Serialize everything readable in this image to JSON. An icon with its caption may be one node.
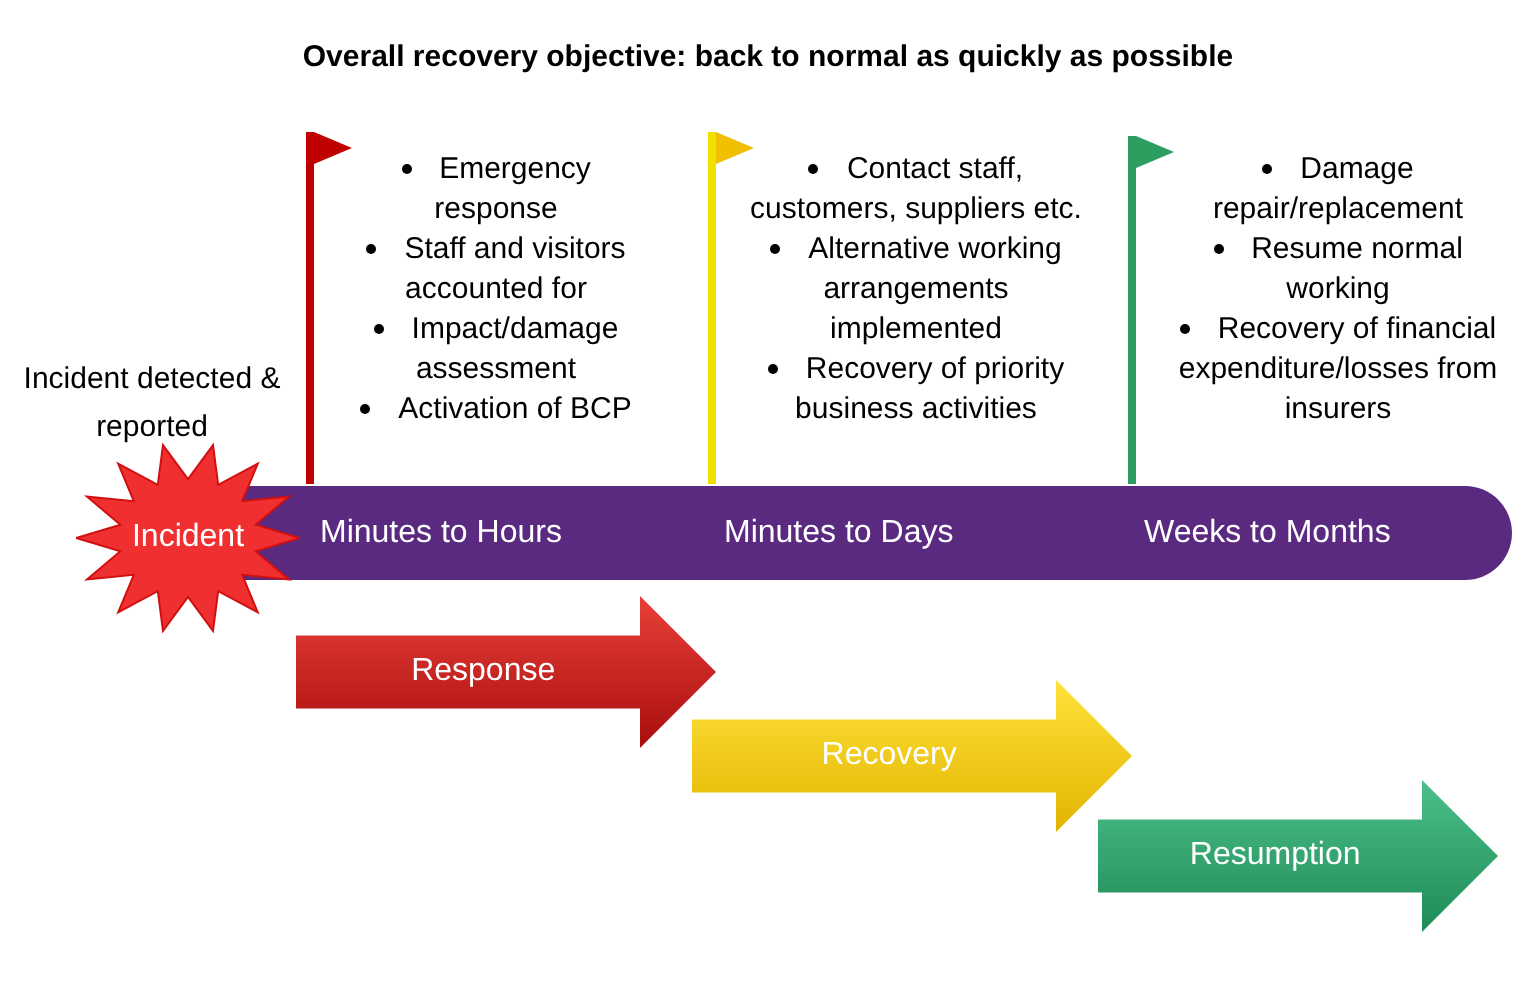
{
  "diagram": {
    "title": "Overall recovery objective: back to normal as quickly as possible",
    "nodes": [
      {
        "text": [
          "Minutes to Hours",
          "Minutes to Days",
          "Weeks to Months"
        ]
      },
      {
        "text": [
          "Incident"
        ]
      },
      {
        "text": [
          "Response"
        ]
      },
      {
        "text": [
          "Recovery"
        ]
      },
      {
        "text": [
          "Resumption"
        ]
      }
    ],
    "edges": [],
    "labels": [
      "Incident detected & reported",
      "Emergency response",
      "Staff and visitors accounted for",
      "Impact/damage assessment",
      "Activation of BCP",
      "Contact staff, customers, suppliers etc.",
      "Alternative working arrangements implemented",
      "Recovery of priority business activities",
      "Damage repair/replacement",
      "Resume normal working",
      "Recovery of financial expenditure/losses from insurers"
    ]
  }
}
